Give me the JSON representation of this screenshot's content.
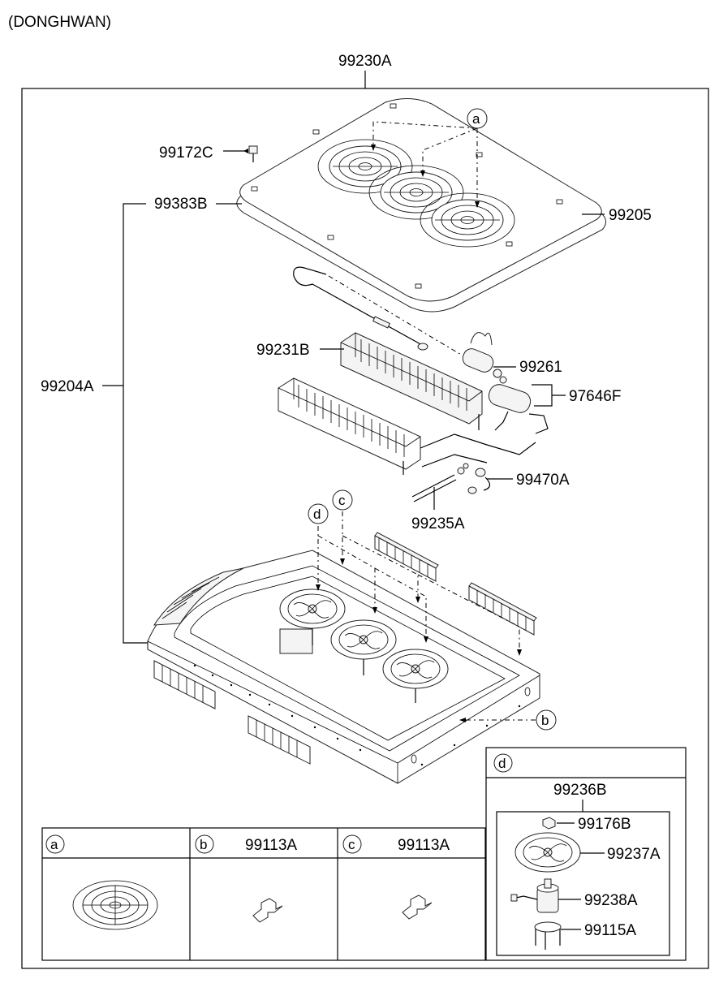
{
  "header": {
    "variant": "(DONGHWAN)"
  },
  "labels": {
    "assembly": "99230A",
    "screw": "99172C",
    "gasket": "99383B",
    "cover": "99205",
    "frame": "99204A",
    "evaporator": "99231B",
    "sensor": "99261",
    "valve": "97646F",
    "hose": "99470A",
    "tube": "99235A"
  },
  "callouts": {
    "a": "a",
    "b": "b",
    "c": "c",
    "d": "d"
  },
  "detail_tables": {
    "a": {
      "key": "a",
      "part": ""
    },
    "b": {
      "key": "b",
      "part": "99113A"
    },
    "c": {
      "key": "c",
      "part": "99113A"
    }
  },
  "detail_d": {
    "key": "d",
    "assembly": "99236B",
    "nut": "99176B",
    "fan": "99237A",
    "motor": "99238A",
    "bracket": "99115A"
  }
}
